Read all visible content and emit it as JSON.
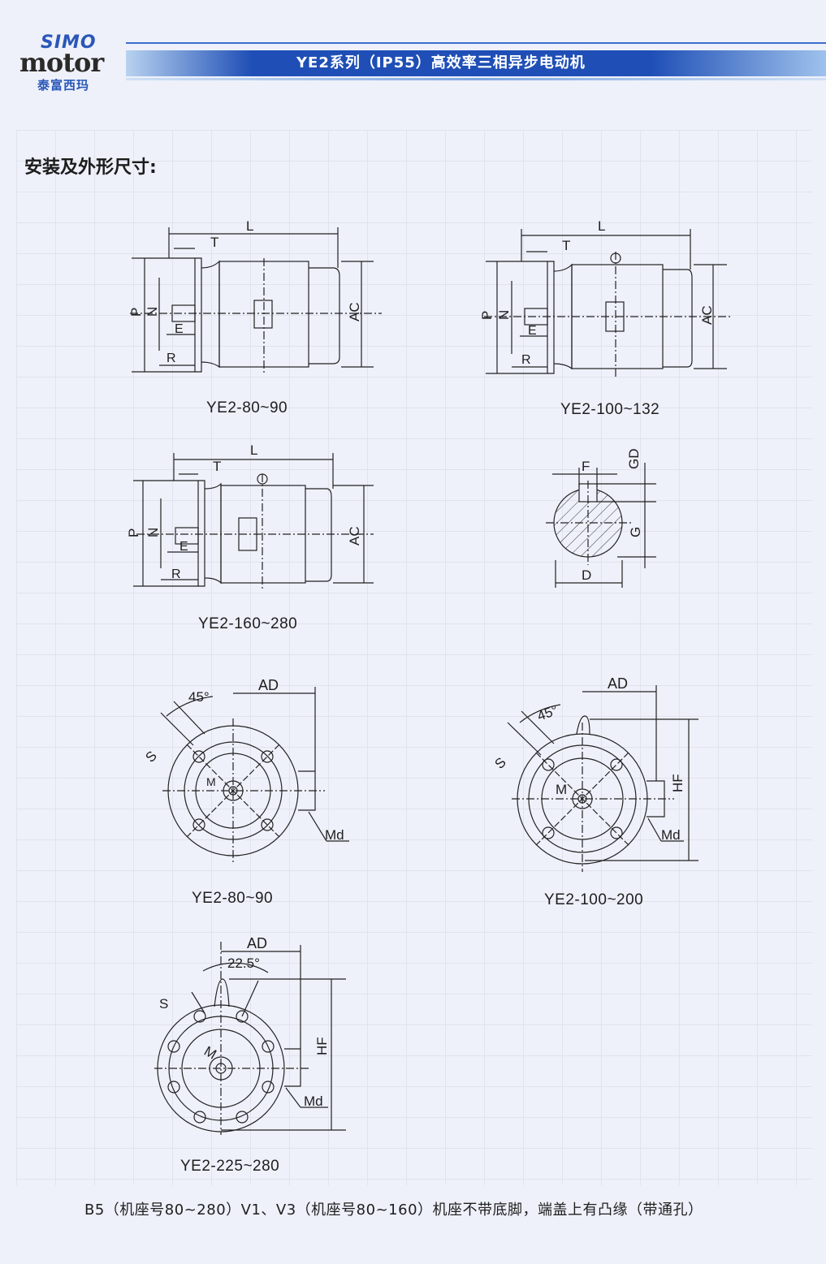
{
  "brand": {
    "simo": "SIMO",
    "motor": "motor",
    "chinese": "泰富西玛"
  },
  "header": {
    "title": "YE2系列（IP55）高效率三相异步电动机"
  },
  "section_title": "安装及外形尺寸:",
  "dim_labels": {
    "L": "L",
    "T": "T",
    "P": "P",
    "N": "N",
    "E": "E",
    "R": "R",
    "AC": "AC",
    "F": "F",
    "GD": "GD",
    "G": "G",
    "D": "D",
    "AD": "AD",
    "S": "S",
    "M": "M",
    "Md": "Md",
    "HF": "HF",
    "angle45": "45°",
    "angle225": "22.5°"
  },
  "captions": {
    "side1": "YE2-80~90",
    "side2": "YE2-100~132",
    "side3": "YE2-160~280",
    "front1": "YE2-80~90",
    "front2": "YE2-100~200",
    "front3": "YE2-225~280"
  },
  "footnote": "B5（机座号80~280）V1、V3（机座号80~160）机座不带底脚，端盖上有凸缘（带通孔）"
}
